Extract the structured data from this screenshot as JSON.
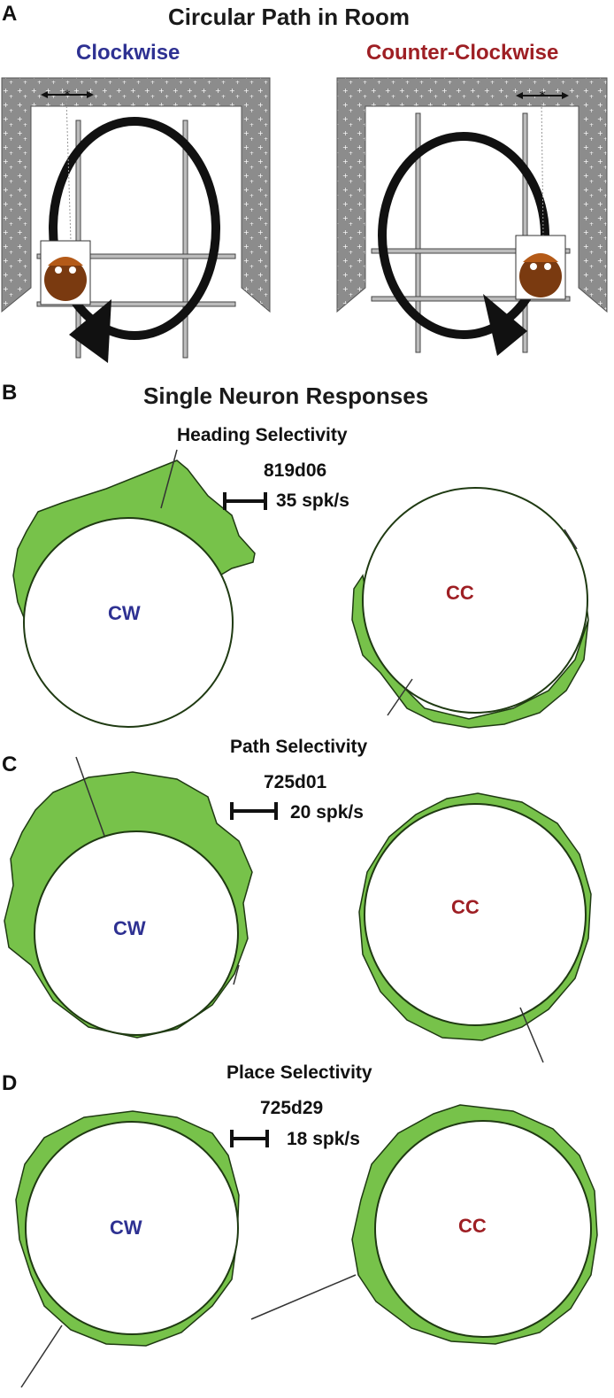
{
  "figure": {
    "panel_a": {
      "letter": "A",
      "title": "Circular Path in Room",
      "left_label": "Clockwise",
      "right_label": "Counter-Clockwise",
      "colors": {
        "clockwise": "#2e3192",
        "counter_clockwise": "#9e1f24",
        "wall": "#8c8c8c"
      }
    },
    "panel_b": {
      "letter": "B",
      "section_title": "Single Neuron Responses",
      "title": "Heading Selectivity",
      "cell_id": "819d06",
      "scale_label": "35 spk/s",
      "cw_label": "CW",
      "cc_label": "CC"
    },
    "panel_c": {
      "letter": "C",
      "title": "Path Selectivity",
      "cell_id": "725d01",
      "scale_label": "20 spk/s",
      "cw_label": "CW",
      "cc_label": "CC"
    },
    "panel_d": {
      "letter": "D",
      "title": "Place Selectivity",
      "cell_id": "725d29",
      "scale_label": "18 spk/s",
      "cw_label": "CW",
      "cc_label": "CC"
    },
    "colors": {
      "response_fill": "#77c24a",
      "response_edge": "#1f3a12"
    }
  }
}
